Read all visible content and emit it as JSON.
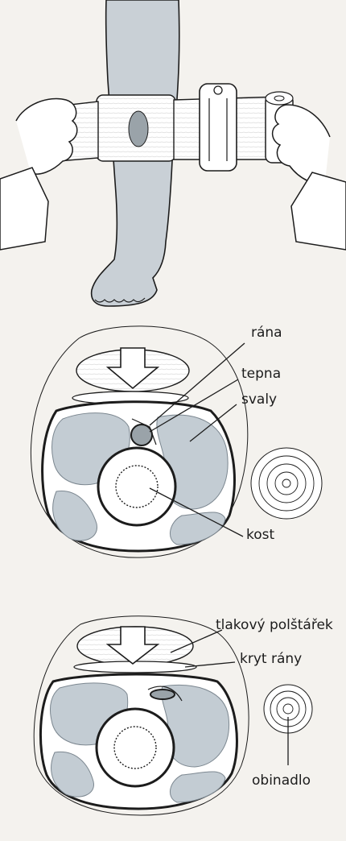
{
  "labels": {
    "wound": "rána",
    "artery": "tepna",
    "muscles": "svaly",
    "bone": "kost",
    "pressure_pad": "tlakový polštářek",
    "wound_cover": "kryt rány",
    "bandage": "obinadlo"
  },
  "colors": {
    "background": "#f4f2ee",
    "ink": "#1c1c1c",
    "skin_fill": "#c9d0d6",
    "muscle_fill": "#c3ccd3",
    "bandage_fill": "#ffffff",
    "wound_fill": "#9aa3a9"
  }
}
